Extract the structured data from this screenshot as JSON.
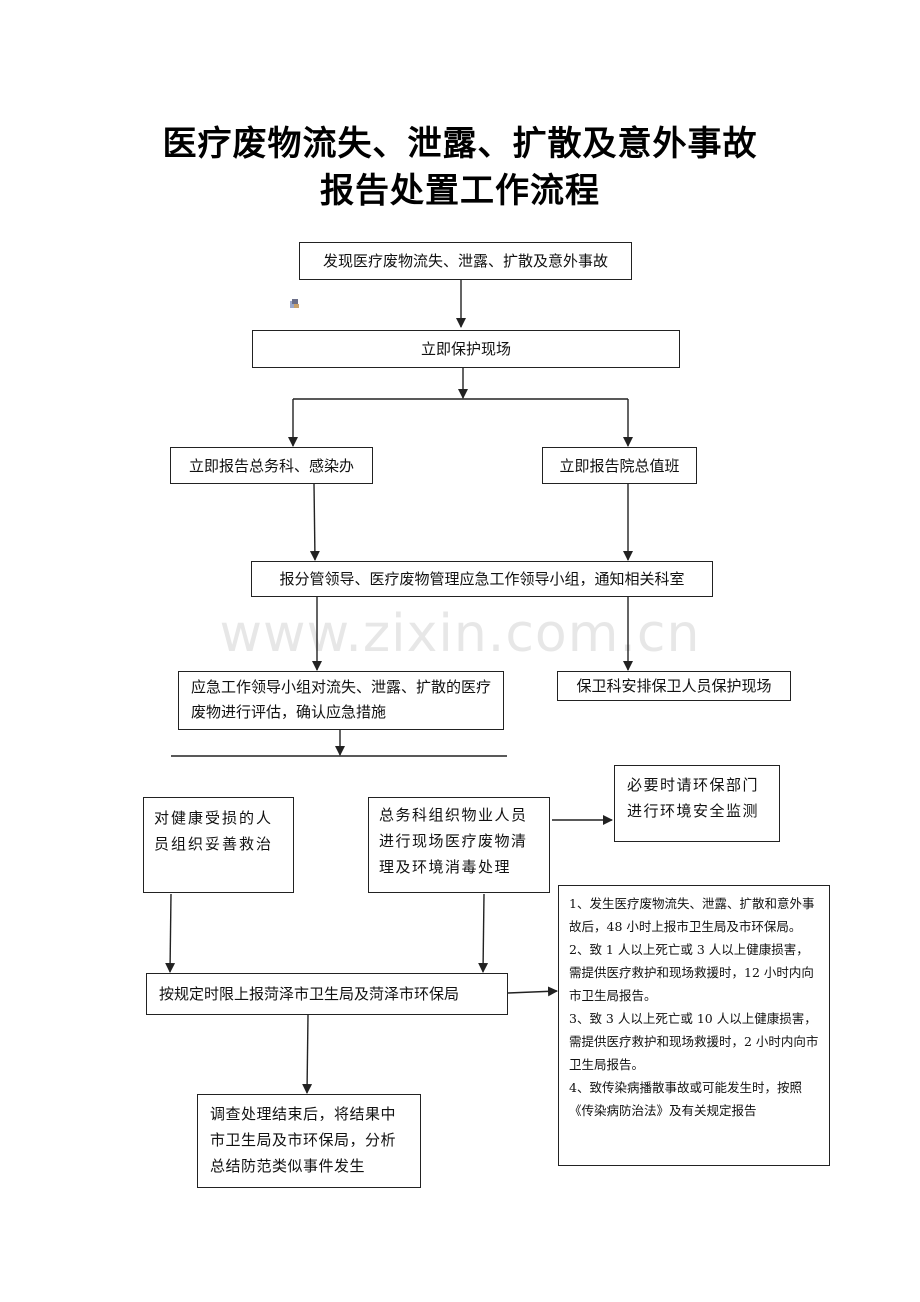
{
  "title": {
    "line1": "医疗废物流失、泄露、扩散及意外事故",
    "line2": "报告处置工作流程"
  },
  "watermark": "www.zixin.com.cn",
  "boxes": {
    "discover": "发现医疗废物流失、泄露、扩散及意外事故",
    "protect_scene": "立即保护现场",
    "report_general_affairs": "立即报告总务科、感染办",
    "report_hospital_duty": "立即报告院总值班",
    "report_leaders": "报分管领导、医疗废物管理应急工作领导小组，通知相关科室",
    "evaluate": "应急工作领导小组对流失、泄露、扩散的医疗废物进行评估，确认应急措施",
    "security_protect": "保卫科安排保卫人员保护现场",
    "treat_injured": "对健康受损的人员组织妥善救治",
    "cleanup": "总务科组织物业人员进行现场医疗废物清理及环境消毒处理",
    "env_monitor": "必要时请环保部门进行环境安全监测",
    "report_bureau": "按规定时限上报菏泽市卫生局及菏泽市环保局",
    "conclude": "调查处理结束后，将结果中市卫生局及市环保局，分析总结防范类似事件发生"
  },
  "notes": [
    "1、发生医疗废物流失、泄露、扩散和意外事故后，48 小时上报市卫生局及市环保局。",
    "2、致 1 人以上死亡或 3 人以上健康损害，需提供医疗救护和现场救援时，12 小时内向市卫生局报告。",
    "3、致 3 人以上死亡或 10 人以上健康损害，需提供医疗救护和现场救援时，2 小时内向市卫生局报告。",
    "4、致传染病播散事故或可能发生时，按照《传染病防治法》及有关规定报告"
  ],
  "colors": {
    "line": "#222222",
    "text": "#111111",
    "watermark": "#b4b4b4"
  }
}
